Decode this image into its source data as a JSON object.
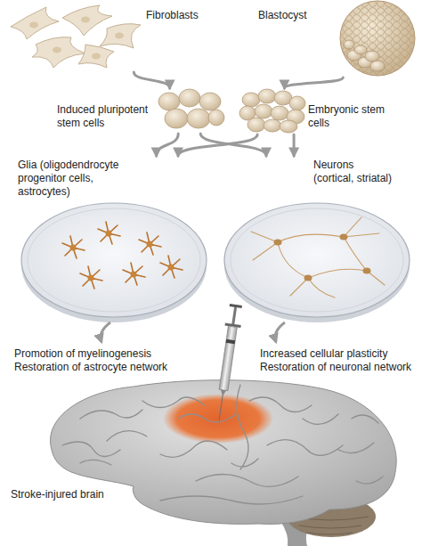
{
  "diagram": {
    "nodes": [
      {
        "text": [
          "Fibroblasts"
        ]
      },
      {
        "text": [
          "Blastocyst"
        ]
      },
      {
        "text": [
          "Induced pluripotent stem cells"
        ]
      },
      {
        "text": [
          "Embryonic stem cells"
        ]
      },
      {
        "text": [
          "Glia (oligodendrocyte progenitor cells, astrocytes)"
        ]
      },
      {
        "text": [
          "Neurons (cortical, striatal)"
        ]
      },
      {
        "text": [
          "Stroke-injured brain"
        ]
      }
    ],
    "edges": [
      {
        "from": 0,
        "to": 2,
        "arrow": "to"
      },
      {
        "from": 1,
        "to": 3,
        "arrow": "to"
      },
      {
        "from": 2,
        "to": 4,
        "arrow": "to"
      },
      {
        "from": 2,
        "to": 5,
        "arrow": "to"
      },
      {
        "from": 3,
        "to": 4,
        "arrow": "to"
      },
      {
        "from": 3,
        "to": 5,
        "arrow": "to"
      }
    ],
    "labels": [
      "Promotion of myelinogenesis",
      "Restoration of astrocyte network",
      "Increased cellular plasticity",
      "Restoration of neuronal network"
    ]
  }
}
